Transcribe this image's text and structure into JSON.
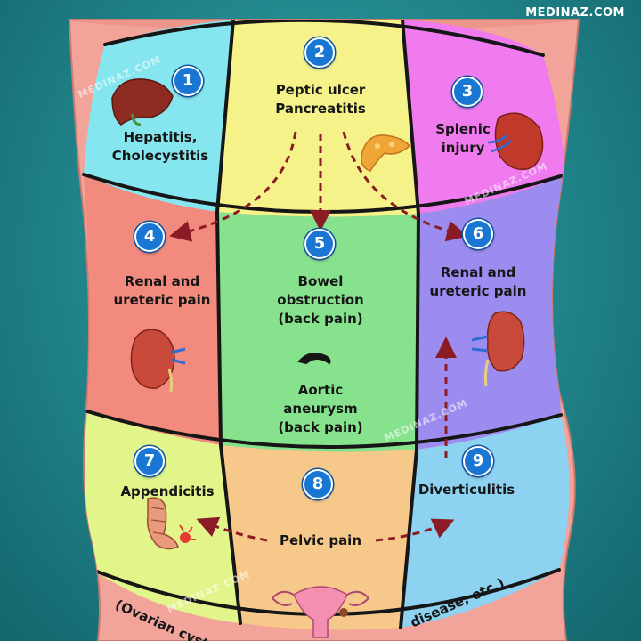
{
  "site": "MEDINAZ.COM",
  "watermark": "MEDINAZ.COM",
  "colors": {
    "region_1": "#86e6ef",
    "region_2": "#f5f28a",
    "region_3": "#f07bef",
    "region_4": "#f28a7d",
    "region_5": "#86e28d",
    "region_6": "#9d8cf0",
    "region_7": "#e2f58a",
    "region_8": "#f6c98b",
    "region_9": "#8ed2f2",
    "skin": "#f2a39a",
    "number_badge": "#1976d2",
    "arrow": "#8b1b24"
  },
  "regions": [
    {
      "number": "1",
      "label_lines": [
        "Hepatitis,",
        "Cholecystitis"
      ],
      "icon": "liver-icon"
    },
    {
      "number": "2",
      "label_lines": [
        "Peptic ulcer",
        "Pancreatitis"
      ],
      "icon": "pancreas-icon"
    },
    {
      "number": "3",
      "label_lines": [
        "Splenic",
        "injury"
      ],
      "icon": "spleen-icon"
    },
    {
      "number": "4",
      "label_lines": [
        "Renal and",
        "ureteric pain"
      ],
      "icon": "kidney-icon"
    },
    {
      "number": "5",
      "label_lines": [
        "Bowel",
        "obstruction",
        "(back pain)"
      ],
      "label2_lines": [
        "Aortic",
        "aneurysm",
        "(back pain)"
      ],
      "icon": "aorta-icon"
    },
    {
      "number": "6",
      "label_lines": [
        "Renal and",
        "ureteric pain"
      ],
      "icon": "kidney-icon"
    },
    {
      "number": "7",
      "label_lines": [
        "Appendicitis"
      ],
      "icon": "appendix-icon"
    },
    {
      "number": "8",
      "label_lines": [
        "Pelvic pain"
      ],
      "icon": "uterus-icon"
    },
    {
      "number": "9",
      "label_lines": [
        "Diverticulitis"
      ],
      "icon": "colon-icon"
    }
  ],
  "footer_left": "(Ovarian cyst",
  "footer_right": "disease, etc.)"
}
